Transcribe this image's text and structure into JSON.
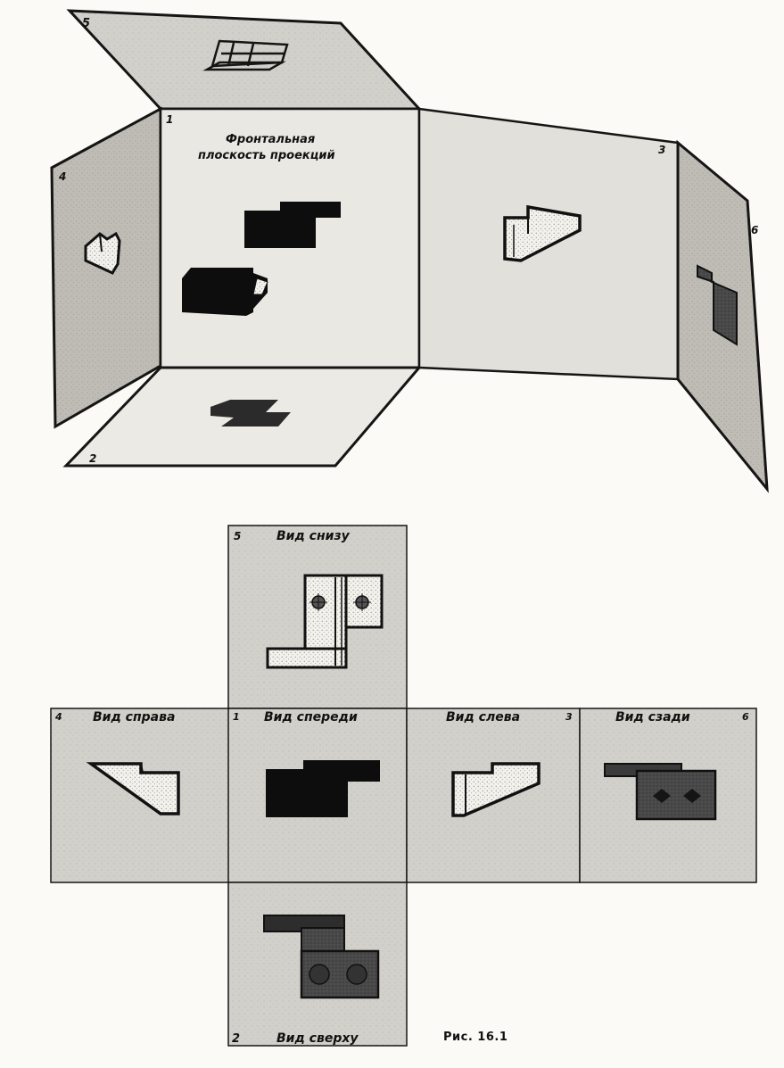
{
  "top": {
    "plane_numbers": {
      "front": "1",
      "bottom": "2",
      "left": "3",
      "right": "4",
      "top": "5",
      "back": "6"
    },
    "front_plane_title_line1": "Фронтальная",
    "front_plane_title_line2": "плоскость проекций"
  },
  "net": {
    "views": [
      {
        "number": "5",
        "label": "Вид снизу"
      },
      {
        "number": "4",
        "label": "Вид справа"
      },
      {
        "number": "1",
        "label": "Вид спереди"
      },
      {
        "number": "3",
        "label": "Вид слева"
      },
      {
        "number": "6",
        "label": "Вид сзади"
      },
      {
        "number": "2",
        "label": "Вид сверху"
      }
    ]
  },
  "caption": "Рис. 16.1",
  "colors": {
    "panel": "#d4d2cc",
    "panel_dark": "#bdbab3",
    "panel_light": "#ecebe6",
    "outline": "#151515",
    "solid": "#0d0d0d",
    "dotted": "#f3f2ee"
  }
}
